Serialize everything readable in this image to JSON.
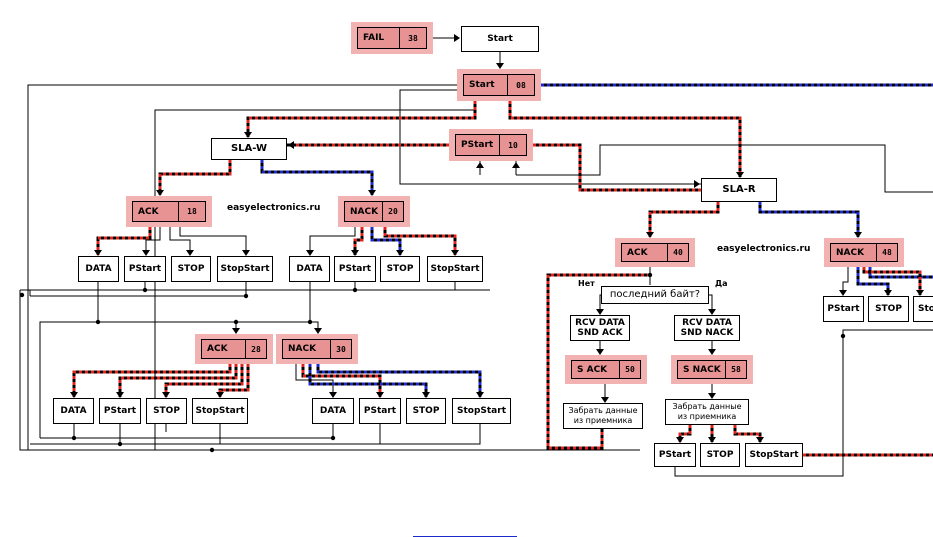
{
  "states": {
    "fail": {
      "name": "FAIL",
      "code": "38"
    },
    "start": {
      "name": "Start",
      "code": "08"
    },
    "pstart": {
      "name": "PStart",
      "code": "10"
    },
    "ack18": {
      "name": "ACK",
      "code": "18"
    },
    "nack20": {
      "name": "NACK",
      "code": "20"
    },
    "ack28": {
      "name": "ACK",
      "code": "28"
    },
    "nack30": {
      "name": "NACK",
      "code": "30"
    },
    "ack40": {
      "name": "ACK",
      "code": "40"
    },
    "nack48": {
      "name": "NACK",
      "code": "48"
    },
    "sack50": {
      "name": "S ACK",
      "code": "50"
    },
    "snack58": {
      "name": "S NACK",
      "code": "58"
    }
  },
  "actions": {
    "start": "Start",
    "slaw": "SLA-W",
    "slar": "SLA-R",
    "data": "DATA",
    "pstart": "PStart",
    "stop": "STOP",
    "stopstart": "StopStart",
    "stop_short": "Sto",
    "rcv_ack_1": "RCV DATA",
    "rcv_ack_2": "SND ACK",
    "rcv_nack_1": "RCV DATA",
    "rcv_nack_2": "SND NACK",
    "take_1": "Забрать данные",
    "take_2": "из приемника",
    "last_byte": "последний байт?"
  },
  "labels": {
    "watermark": "easyelectronics.ru",
    "no": "Нет",
    "yes": "Да"
  },
  "colors": {
    "red": "#e0231d",
    "blue": "#1a2acb",
    "state_outer": "#f2b2b2",
    "state_inner": "#e89393"
  }
}
